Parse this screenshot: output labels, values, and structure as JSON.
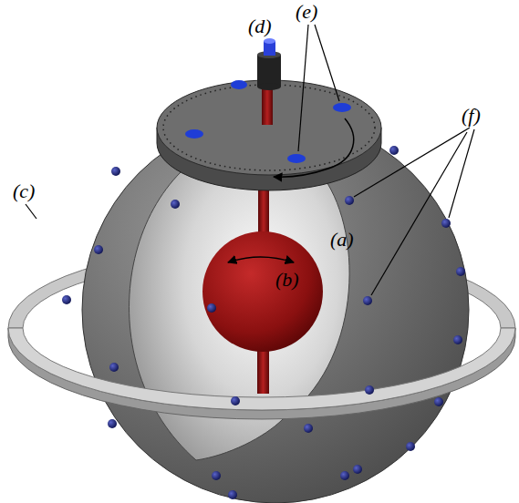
{
  "diagram": {
    "labels": [
      "(d)",
      "(e)",
      "(f)",
      "(c)",
      "(a)",
      "(b)"
    ]
  }
}
